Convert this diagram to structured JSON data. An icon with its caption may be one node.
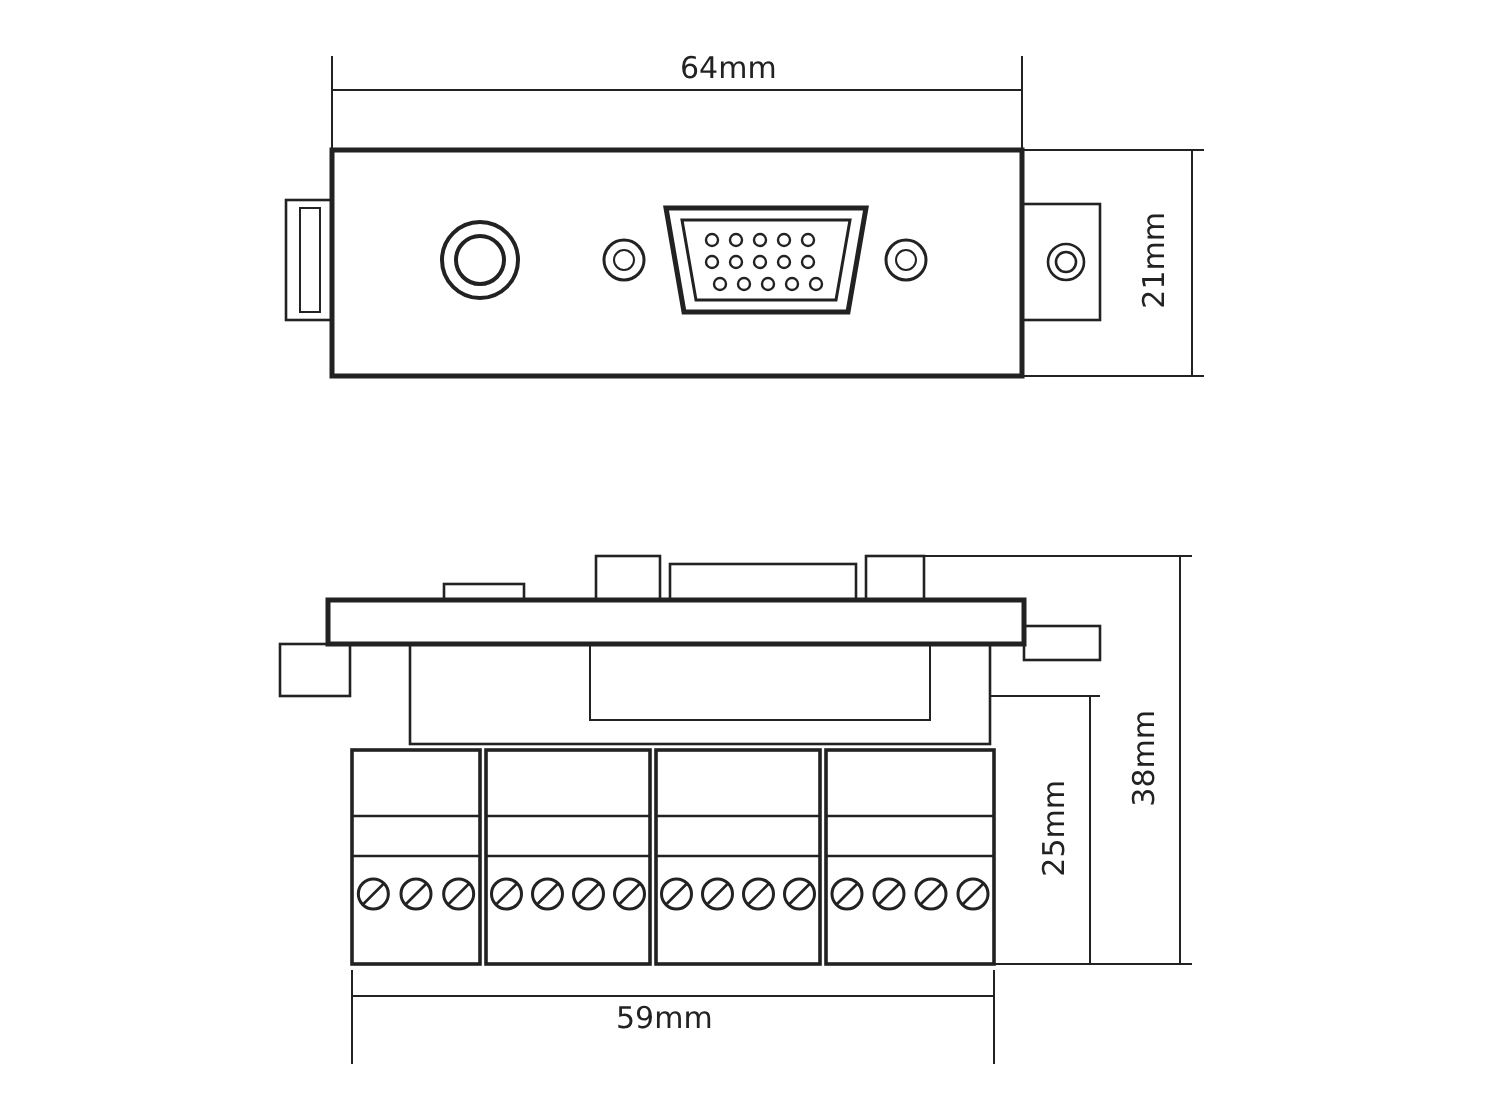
{
  "diagram": {
    "labels": [
      "64mm",
      "21mm",
      "25mm",
      "38mm",
      "59mm"
    ]
  }
}
